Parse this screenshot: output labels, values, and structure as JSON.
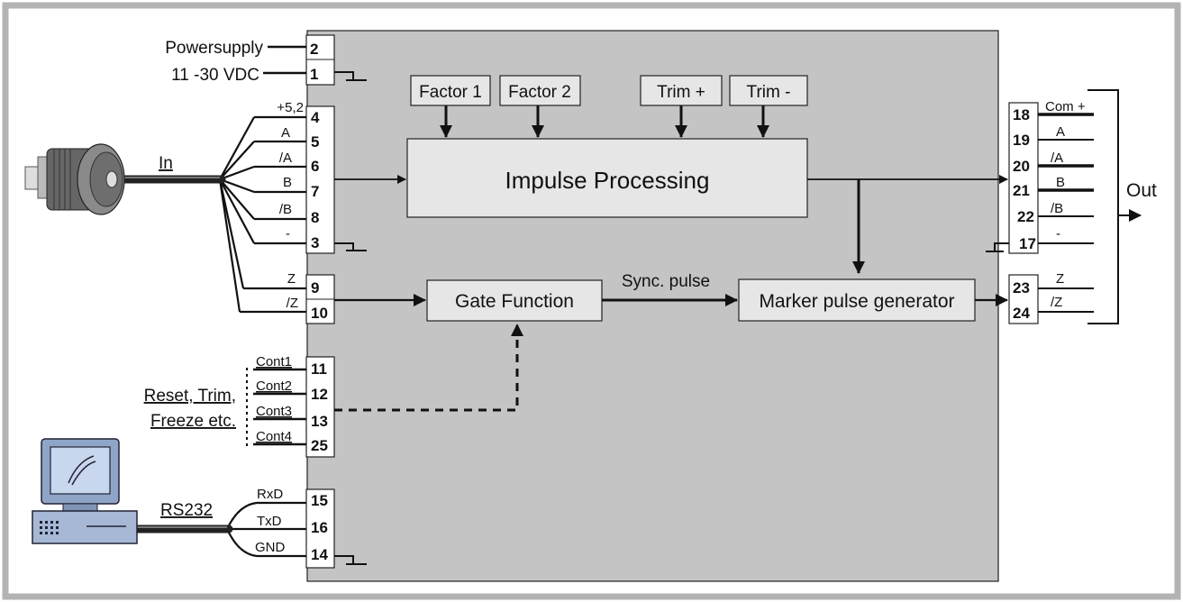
{
  "power": {
    "line1": "Powersupply",
    "line2": "11 -30 VDC",
    "pins": [
      "2",
      "1"
    ]
  },
  "input": {
    "cable_label": "In",
    "signals": [
      "+5,2",
      "A",
      "/A",
      "B",
      "/B",
      "-"
    ],
    "pins": [
      "4",
      "5",
      "6",
      "7",
      "8",
      "3"
    ],
    "zero_signals": [
      "Z",
      "/Z"
    ],
    "zero_pins": [
      "9",
      "10"
    ]
  },
  "control": {
    "label_line1": "Reset, Trim,",
    "label_line2": "Freeze etc.",
    "signals": [
      "Cont1",
      "Cont2",
      "Cont3",
      "Cont4"
    ],
    "pins": [
      "11",
      "12",
      "13",
      "25"
    ]
  },
  "serial": {
    "cable_label": "RS232",
    "signals": [
      "RxD",
      "TxD",
      "GND"
    ],
    "pins": [
      "15",
      "16",
      "14"
    ]
  },
  "blocks": {
    "factor1": "Factor 1",
    "factor2": "Factor 2",
    "trim_plus": "Trim +",
    "trim_minus": "Trim -",
    "impulse": "Impulse Processing",
    "gate": "Gate Function",
    "sync": "Sync. pulse",
    "marker": "Marker pulse generator"
  },
  "output": {
    "label": "Out",
    "signals": [
      "Com +",
      "A",
      "/A",
      "B",
      "/B",
      "-"
    ],
    "pins": [
      "18",
      "19",
      "20",
      "21",
      "22",
      "17"
    ],
    "zero_signals": [
      "Z",
      "/Z"
    ],
    "zero_pins": [
      "23",
      "24"
    ]
  }
}
